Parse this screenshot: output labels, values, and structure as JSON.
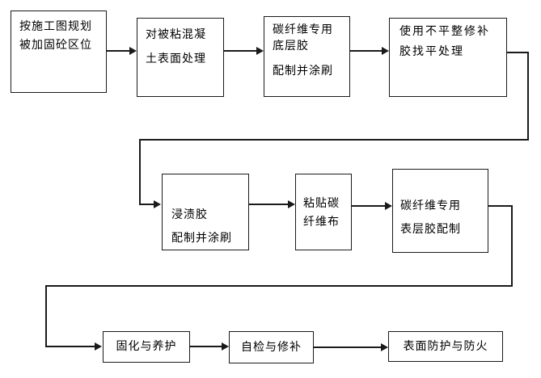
{
  "diagram": {
    "type": "flowchart",
    "background": "#ffffff",
    "line_color": "#1a1a1a",
    "text_color": "#000000"
  },
  "boxes": {
    "b1": {
      "line1": "按施工图规划",
      "line2": "被加固砼区位"
    },
    "b2": {
      "line1": "对被粘混凝",
      "line2": "土表面处理"
    },
    "b3": {
      "line1": "碳纤维专用",
      "line2": "底层胶",
      "line3": "配制并涂刷"
    },
    "b4": {
      "line1": "使用不平整修补",
      "line2": "胶找平处理"
    },
    "b5": {
      "line1": "浸渍胶",
      "line2": "配制并涂刷"
    },
    "b6": {
      "line1": "粘贴碳",
      "line2": "纤维布"
    },
    "b7": {
      "line1": "碳纤维专用",
      "line2": "表层胶配制"
    },
    "b8": {
      "label": "固化与养护"
    },
    "b9": {
      "label": "自检与修补"
    },
    "b10": {
      "label": "表面防护与防火"
    }
  },
  "edges": [
    {
      "from": "b1",
      "to": "b2"
    },
    {
      "from": "b2",
      "to": "b3"
    },
    {
      "from": "b3",
      "to": "b4"
    },
    {
      "from": "b4",
      "to": "b5"
    },
    {
      "from": "b5",
      "to": "b6"
    },
    {
      "from": "b6",
      "to": "b7"
    },
    {
      "from": "b7",
      "to": "b8"
    },
    {
      "from": "b8",
      "to": "b9"
    },
    {
      "from": "b9",
      "to": "b10"
    }
  ]
}
